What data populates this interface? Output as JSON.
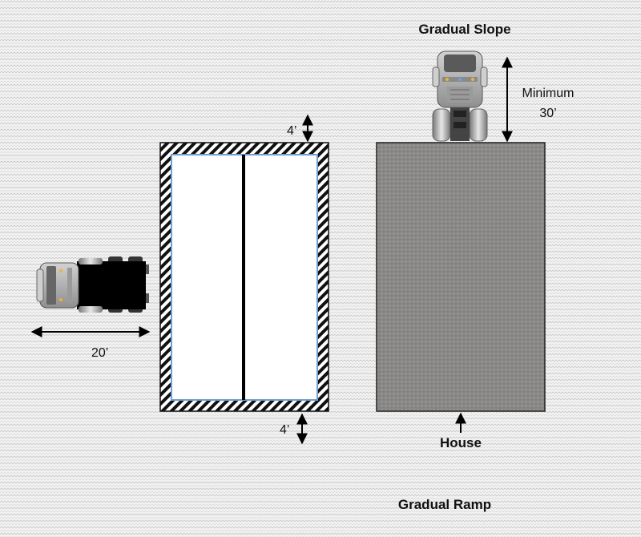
{
  "labels": {
    "top_title": "Gradual Slope",
    "bottom_title": "Gradual Ramp",
    "house": "House",
    "minimum_line1": "Minimum",
    "minimum_line2": "30’",
    "gap_top": "4’",
    "gap_bottom": "4’",
    "truck_length": "20’"
  },
  "colors": {
    "ground": "#efefef",
    "house_fill": "#8a8787",
    "trailer_body": "#000000",
    "truck_cab": "#b9b9b9",
    "hatch": "#111111",
    "pad_edge": "#6f9fd0"
  },
  "icons": {
    "side_truck": "semi-truck-top-view-icon",
    "top_truck": "semi-truck-front-view-icon"
  }
}
